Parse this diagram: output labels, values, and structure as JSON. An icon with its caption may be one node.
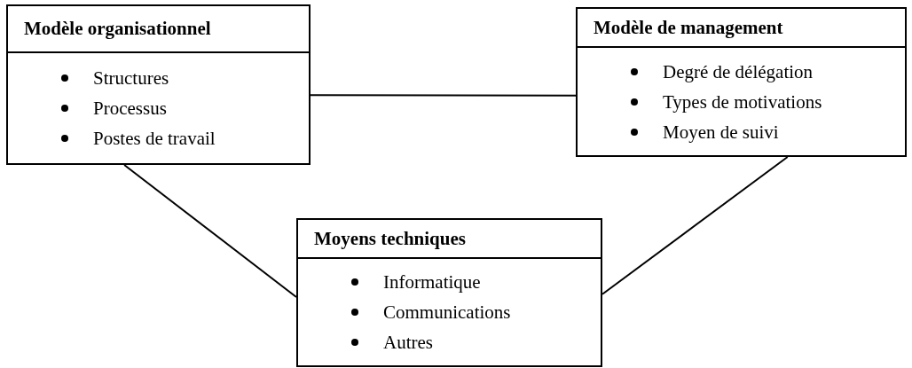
{
  "diagram": {
    "nodes": [
      {
        "text": [
          "Modèle organisationnel",
          "Structures",
          "Processus",
          "Postes de travail"
        ]
      },
      {
        "text": [
          "Modèle de management",
          "Degré de délégation",
          "Types de motivations",
          "Moyen de suivi"
        ]
      },
      {
        "text": [
          "Moyens techniques",
          "Informatique",
          "Communications",
          "Autres"
        ]
      }
    ],
    "edges": [
      {
        "from": 0,
        "to": 1,
        "arrow": "none"
      },
      {
        "from": 0,
        "to": 2,
        "arrow": "none"
      },
      {
        "from": 1,
        "to": 2,
        "arrow": "none"
      }
    ]
  }
}
